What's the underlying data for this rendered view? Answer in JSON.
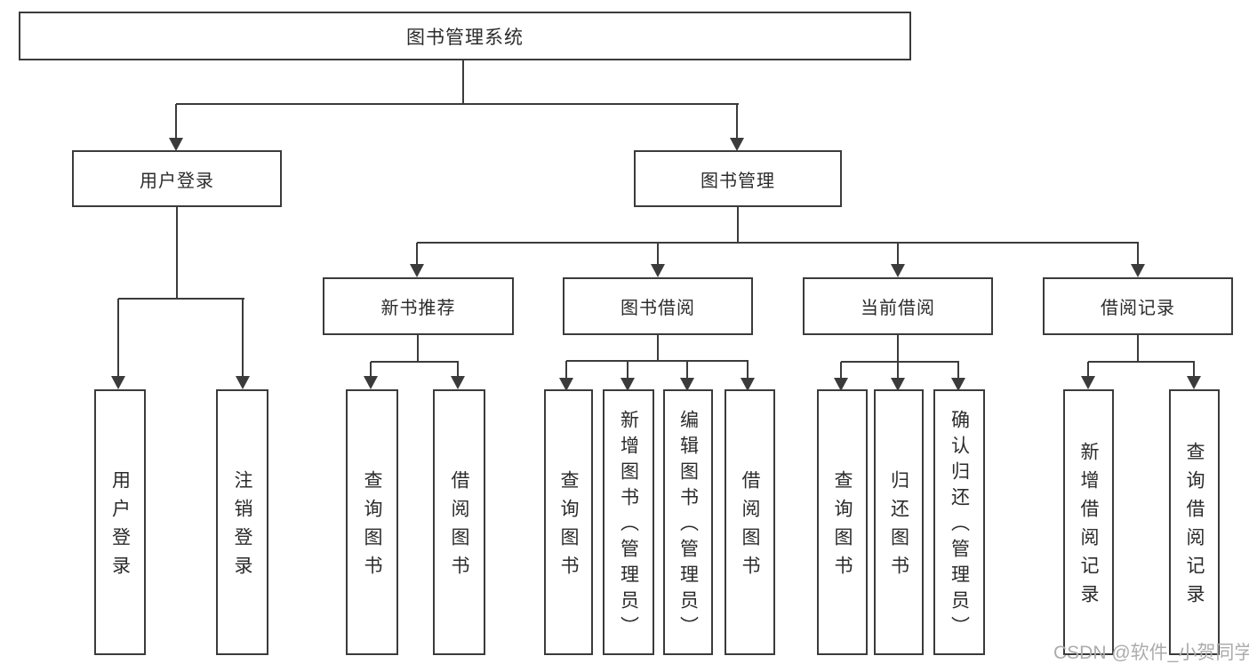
{
  "tree": {
    "label": "图书管理系统",
    "children": [
      {
        "label": "用户登录",
        "children": [
          {
            "label": "用户登录"
          },
          {
            "label": "注销登录"
          }
        ]
      },
      {
        "label": "图书管理",
        "children": [
          {
            "label": "新书推荐",
            "children": [
              {
                "label": "查询图书"
              },
              {
                "label": "借阅图书"
              }
            ]
          },
          {
            "label": "图书借阅",
            "children": [
              {
                "label": "查询图书"
              },
              {
                "label": "新增图书（管理员）"
              },
              {
                "label": "编辑图书（管理员）"
              },
              {
                "label": "借阅图书"
              }
            ]
          },
          {
            "label": "当前借阅",
            "children": [
              {
                "label": "查询图书"
              },
              {
                "label": "归还图书"
              },
              {
                "label": "确认归还（管理员）"
              }
            ]
          },
          {
            "label": "借阅记录",
            "children": [
              {
                "label": "新增借阅记录"
              },
              {
                "label": "查询借阅记录"
              }
            ]
          }
        ]
      }
    ]
  },
  "watermark": {
    "text": "CSDN @软件_小贺同学"
  },
  "colors": {
    "line": "#3b3b3b",
    "text": "#2b2b2b",
    "watermark": "#acacac",
    "background": "#ffffff"
  }
}
